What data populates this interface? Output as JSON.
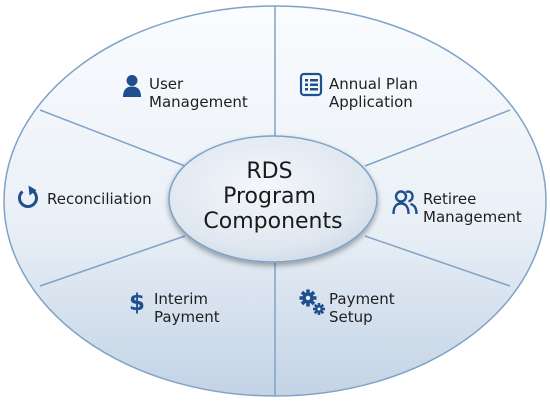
{
  "center": {
    "lines": [
      "RDS",
      "Program",
      "Components"
    ]
  },
  "segments": [
    {
      "id": "user-management",
      "lines": [
        "User",
        "Management"
      ],
      "icon": "user-icon"
    },
    {
      "id": "annual-plan-application",
      "lines": [
        "Annual Plan",
        "Application"
      ],
      "icon": "list-document-icon"
    },
    {
      "id": "retiree-management",
      "lines": [
        "Retiree",
        "Management"
      ],
      "icon": "people-icon"
    },
    {
      "id": "payment-setup",
      "lines": [
        "Payment",
        "Setup"
      ],
      "icon": "gears-icon"
    },
    {
      "id": "interim-payment",
      "lines": [
        "Interim",
        "Payment"
      ],
      "icon": "dollar-icon"
    },
    {
      "id": "reconciliation",
      "lines": [
        "Reconciliation"
      ],
      "icon": "circular-arrow-icon"
    }
  ],
  "colors": {
    "icon": "#1f4f8f",
    "border": "#7fa3c7",
    "segment_light": "#f7f9fc",
    "segment_dark": "#c9d8e8",
    "center_fill": "#e4ebf3"
  }
}
